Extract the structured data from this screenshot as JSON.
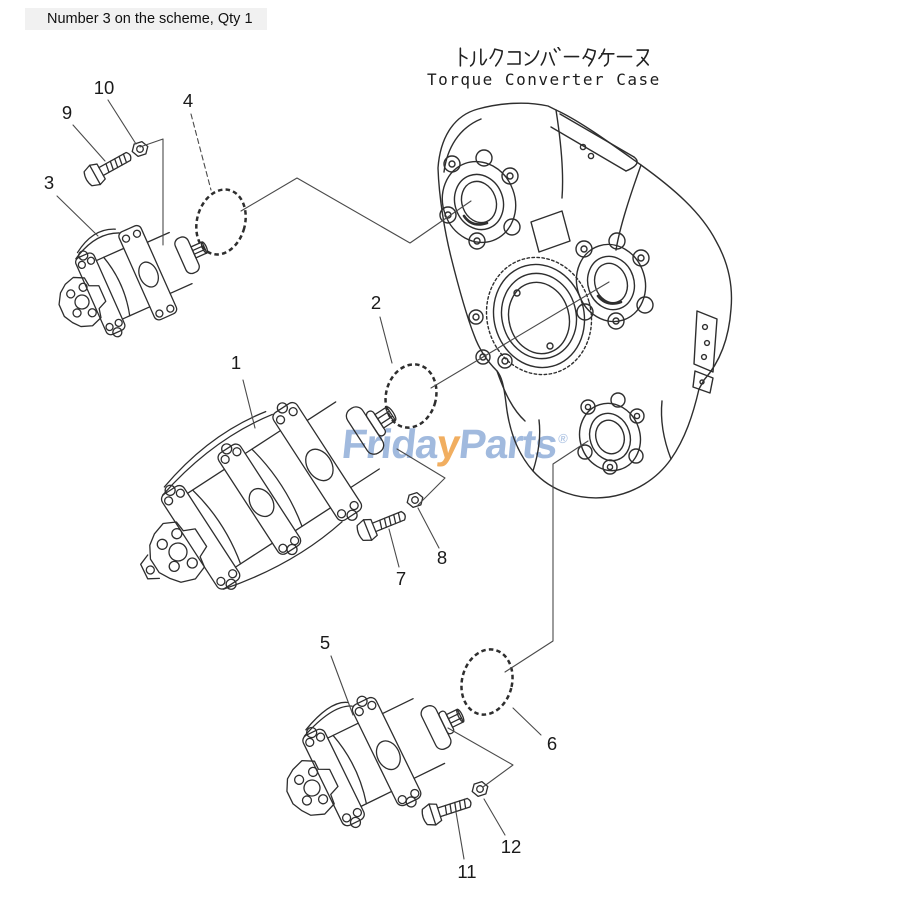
{
  "header": {
    "note": "Number 3 on the scheme, Qty 1"
  },
  "title": {
    "japanese": "トルクコンバータケース",
    "english": "Torque Converter Case"
  },
  "watermark": {
    "prefix": "Frida",
    "accent": "y",
    "suffix": "Parts",
    "registered": "®"
  },
  "colors": {
    "line_art": "#2e2e2e",
    "leader_line": "#4a4a4a",
    "watermark_blue": "#a1bade",
    "watermark_orange": "#f1ae60",
    "header_background": "#f1f1f1",
    "background": "#ffffff"
  },
  "callouts": [
    {
      "label": "1"
    },
    {
      "label": "2"
    },
    {
      "label": "3"
    },
    {
      "label": "4"
    },
    {
      "label": "5"
    },
    {
      "label": "6"
    },
    {
      "label": "7"
    },
    {
      "label": "8"
    },
    {
      "label": "9"
    },
    {
      "label": "10"
    },
    {
      "label": "11"
    },
    {
      "label": "12"
    }
  ]
}
